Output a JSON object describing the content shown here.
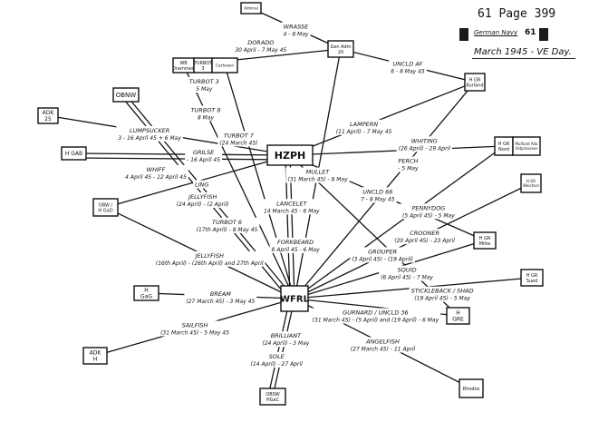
{
  "header": {
    "reference": "61 Page 399",
    "subtitle": "German Navy",
    "subtitle_number": "61",
    "title": "March 1945 - VE Day."
  },
  "nodes": [
    {
      "id": "hzph",
      "label": "HZPH",
      "hub": true
    },
    {
      "id": "wfrl",
      "label": "WFRL",
      "hub": true
    },
    {
      "id": "admiral",
      "label": "Admiral"
    },
    {
      "id": "gen-adm",
      "label": "Gen Adm 20"
    },
    {
      "id": "wb-dramm",
      "label": "WB Drammen"
    },
    {
      "id": "turbot-label",
      "label": "TURBOT 3"
    },
    {
      "id": "cuxhaven",
      "label": "Cuxhaven"
    },
    {
      "id": "obnw",
      "label": "OBNW"
    },
    {
      "id": "adk25",
      "label": "ADK 25"
    },
    {
      "id": "hgab",
      "label": "H GAB"
    },
    {
      "id": "obw-hgd",
      "label": "OBW / H GaD"
    },
    {
      "id": "hgr-kurland",
      "label": "H GR Kurland"
    },
    {
      "id": "hgr-nord",
      "label": "H GR Nord"
    },
    {
      "id": "ostpreussen",
      "label": "Mulfund Ada Ostpreussen"
    },
    {
      "id": "hgr-weichsel",
      "label": "H GR Weichsel"
    },
    {
      "id": "hgr-mitte",
      "label": "H GR Mitte"
    },
    {
      "id": "hgr-sued",
      "label": "H GR Sued"
    },
    {
      "id": "hgre",
      "label": "H GRE"
    },
    {
      "id": "hgg",
      "label": "H GaG"
    },
    {
      "id": "adk-h",
      "label": "ADK H"
    },
    {
      "id": "obsw",
      "label": "OBSW HGaC"
    },
    {
      "id": "rhodos",
      "label": "Rhodos"
    }
  ],
  "links": [
    {
      "name": "WRASSE",
      "dates": "4 - 8 May",
      "from": "admiral",
      "to": "gen-adm"
    },
    {
      "name": "DORADO",
      "dates": "30 April - 7 May 45",
      "from": "wb-dramm",
      "to": "gen-adm"
    },
    {
      "name": "UNCLD AF",
      "dates": "6 - 8 May 45",
      "from": "gen-adm",
      "to": "hgr-kurland"
    },
    {
      "name": "TURBOT 3",
      "dates": "5 May",
      "from": "wb-dramm",
      "to": "cuxhaven"
    },
    {
      "name": "LUMPSUCKER",
      "dates": "3 - 16 April 45 + 6 May",
      "from": "adk25",
      "to": "hzph"
    },
    {
      "name": "GRILSE",
      "dates": "- 16 April 45",
      "from": "hgab",
      "to": "hzph"
    },
    {
      "name": "WHIFF",
      "dates": "4 April 45 - 12 April 45",
      "from": "hgab",
      "to": "hzph"
    },
    {
      "name": "LING",
      "dates": "",
      "from": "obnw",
      "to": "wfrl"
    },
    {
      "name": "TURBOT 8",
      "dates": "8 May",
      "from": "wb-dramm",
      "to": "wfrl"
    },
    {
      "name": "TURBOT 7",
      "dates": "(24 March 45)",
      "from": "cuxhaven",
      "to": "wfrl"
    },
    {
      "name": "JELLYFISH",
      "dates": "(24 April) - (2 April)",
      "from": "obw-hgd",
      "to": "hzph"
    },
    {
      "name": "JELLYFISH",
      "dates": "(16th April) - (26th April) and 27th April",
      "from": "obw-hgd",
      "to": "wfrl"
    },
    {
      "name": "TURBOT 6",
      "dates": "(17th April) - 8 May 45",
      "from": "obnw",
      "to": "wfrl"
    },
    {
      "name": "LAMPERN",
      "dates": "(11 April) - 7 May 45",
      "from": "hzph",
      "to": "hgr-kurland"
    },
    {
      "name": "WHITING",
      "dates": "(26 April) - 29 April",
      "from": "wfrl",
      "to": "hgr-kurland"
    },
    {
      "name": "PERCH",
      "dates": "- 5 May",
      "from": "hzph",
      "to": "hgr-nord"
    },
    {
      "name": "UNCLD 66",
      "dates": "7 - 8 May 45",
      "from": "hzph",
      "to": "hgr-mitte"
    },
    {
      "name": "PENNYDOG",
      "dates": "(5 April 45) - 5 May",
      "from": "wfrl",
      "to": "hgr-nord"
    },
    {
      "name": "CROONER",
      "dates": "(20 April 45) - 23 April",
      "from": "wfrl",
      "to": "hgr-weichsel"
    },
    {
      "name": "GROUPER",
      "dates": "(3 April 45) - (19 April)",
      "from": "hzph",
      "to": "hgre"
    },
    {
      "name": "SQUID",
      "dates": "(6 April 45) - 7 May",
      "from": "wfrl",
      "to": "hgr-mitte"
    },
    {
      "name": "STICKLEBACK / SHAD",
      "dates": "(19 April 45) - 5 May",
      "from": "wfrl",
      "to": "hgr-sued"
    },
    {
      "name": "GURNARD / UNCLD 36",
      "dates": "(31 March 45) - (5 April) and (19 April) - 6 May",
      "from": "wfrl",
      "to": "hgre"
    },
    {
      "name": "ANGELFISH",
      "dates": "(27 March 45) - 11 April",
      "from": "wfrl",
      "to": "rhodos"
    },
    {
      "name": "BREAM",
      "dates": "(27 March 45) - 3 May 45",
      "from": "hgg",
      "to": "wfrl"
    },
    {
      "name": "SAILFISH",
      "dates": "(31 March 45) - 5 May 45",
      "from": "adk-h",
      "to": "wfrl"
    },
    {
      "name": "BRILLIANT",
      "dates": "(24 April) - 3 May",
      "from": "wfrl",
      "to": "obsw"
    },
    {
      "name": "SOLE",
      "dates": "(14 April) - 27 April",
      "from": "wfrl",
      "to": "obsw"
    },
    {
      "name": "LANCELET",
      "dates": "14 March 45 - 6 May",
      "from": "hzph",
      "to": "wfrl"
    },
    {
      "name": "FORKBEARD",
      "dates": "8 April 45 - 6 May",
      "from": "hzph",
      "to": "wfrl"
    },
    {
      "name": "MULLET",
      "dates": "(31 March 45) - 8 May",
      "from": "gen-adm",
      "to": "wfrl"
    }
  ]
}
